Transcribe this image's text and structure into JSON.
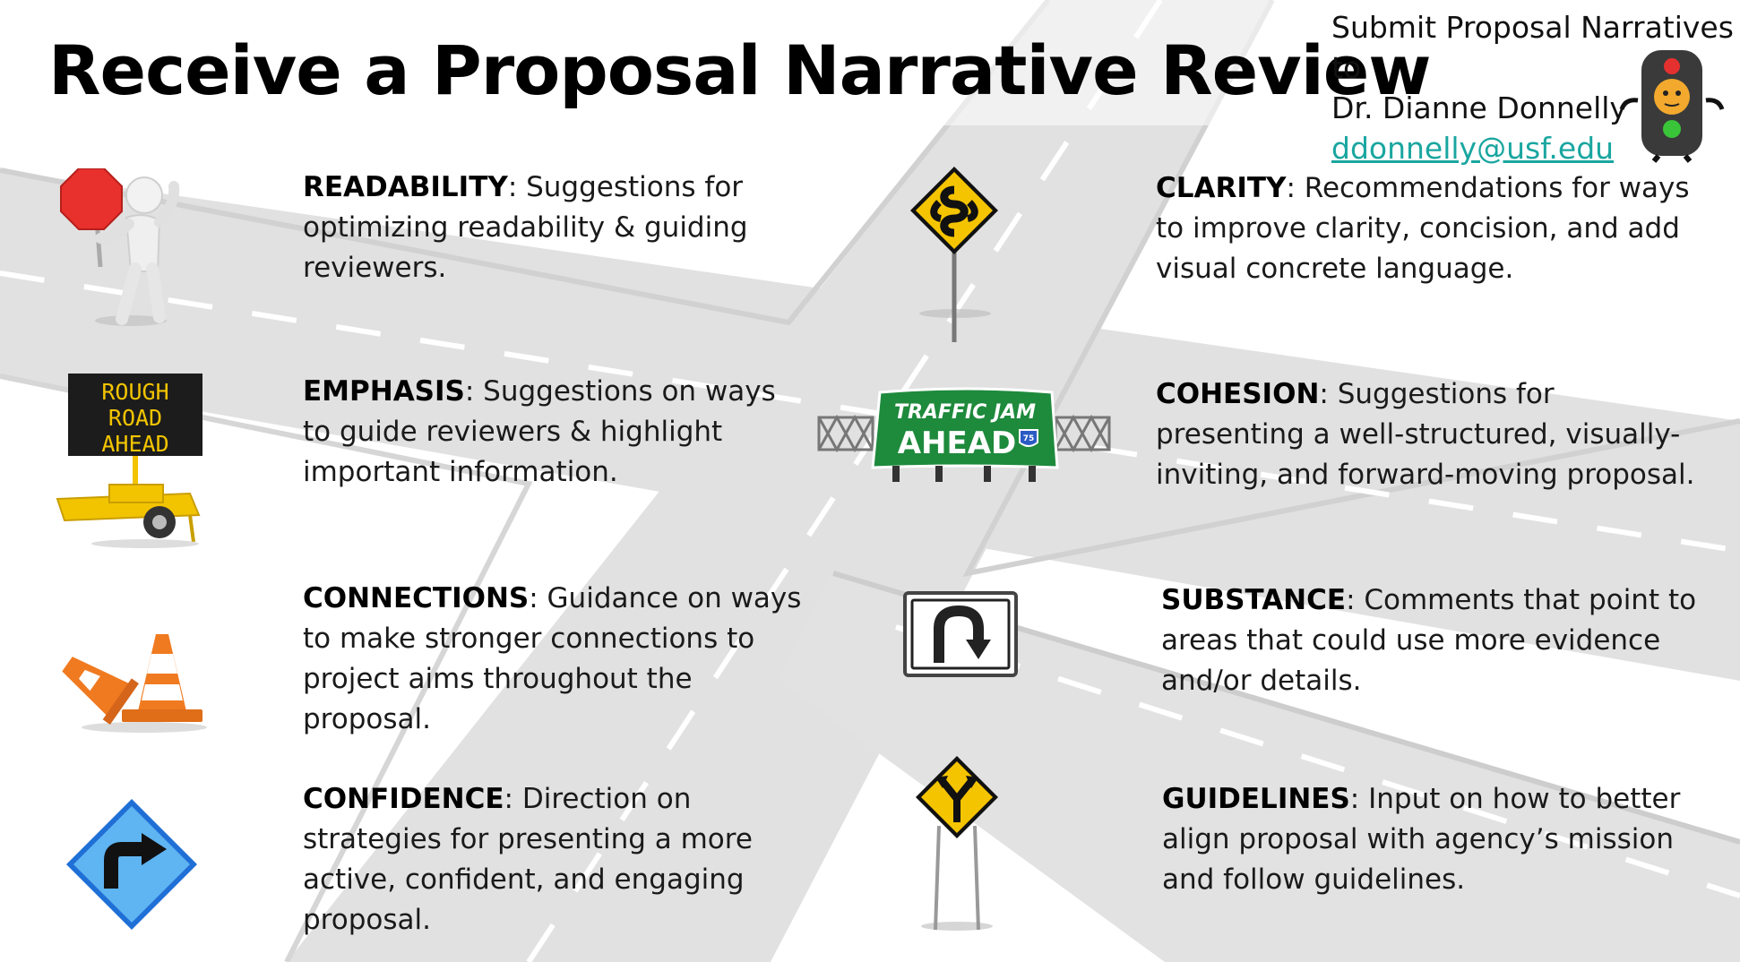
{
  "title": "Receive a Proposal Narrative Review",
  "contact": {
    "line1": "Submit Proposal Narratives to",
    "line2": "Dr. Dianne Donnelly",
    "email": "ddonnelly@usf.edu"
  },
  "items": [
    {
      "label": "READABILITY",
      "text": ": Suggestions for optimizing readability & guiding reviewers."
    },
    {
      "label": "EMPHASIS",
      "text": ": Suggestions on ways to guide reviewers & highlight important information."
    },
    {
      "label": "CONNECTIONS",
      "text": ": Guidance on ways to make stronger connections to project aims throughout the proposal."
    },
    {
      "label": "CONFIDENCE",
      "text": ": Direction on strategies for presenting a more active, confident, and engaging proposal."
    },
    {
      "label": "CLARITY",
      "text": ": Recommendations for ways to improve clarity, concision, and add visual concrete language."
    },
    {
      "label": "COHESION",
      "text": ": Suggestions for presenting a well-structured, visually-inviting, and forward-moving proposal."
    },
    {
      "label": "SUBSTANCE",
      "text": ": Comments that point to areas that could use more evidence and/or details."
    },
    {
      "label": "GUIDELINES",
      "text": ": Input on how to better align proposal with agency’s mission and follow guidelines."
    }
  ],
  "signs": {
    "road_sign": [
      "ROUGH",
      "ROAD",
      "AHEAD"
    ],
    "traffic_sign_line1": "TRAFFIC JAM",
    "traffic_sign_line2": "AHEAD",
    "shield_number": "75"
  },
  "colors": {
    "road": "#d4d4d4",
    "road_marking": "#ffffff",
    "sign_yellow": "#f5c400",
    "sign_green": "#1e8a3c",
    "sign_blue": "#3b9be6",
    "cone_orange": "#f07a20",
    "stop_red": "#e8302c",
    "email_link": "#1aa6a0"
  }
}
